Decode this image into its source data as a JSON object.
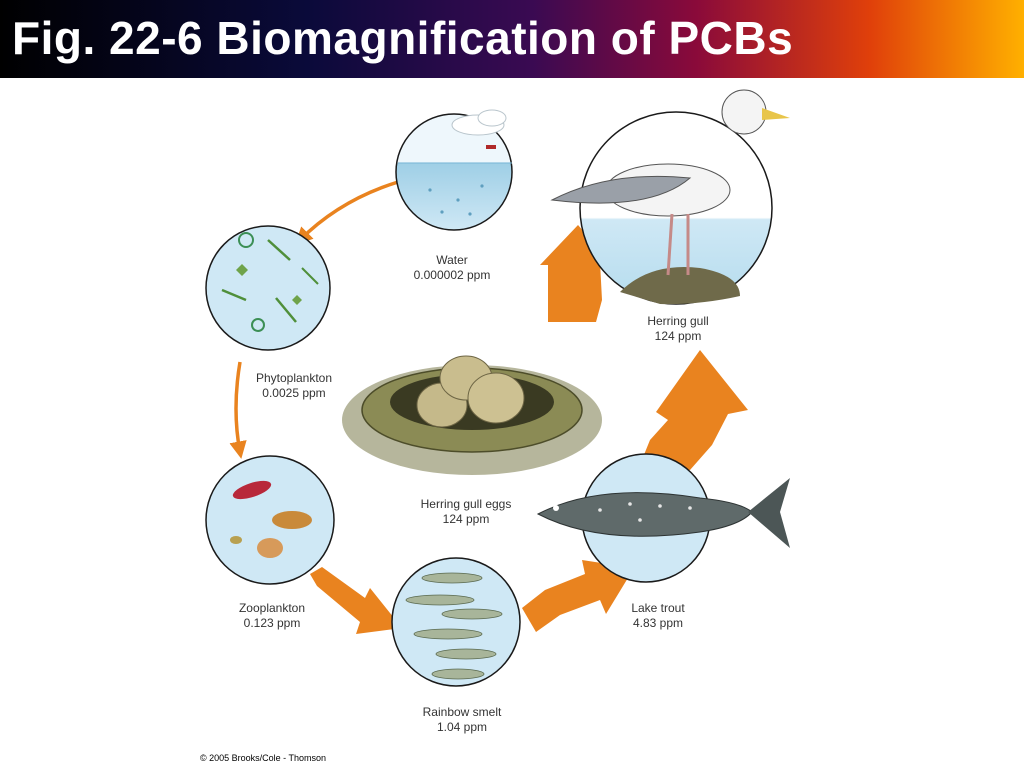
{
  "title": "Fig. 22-6 Biomagnification of PCBs",
  "credit": "© 2005 Brooks/Cole - Thomson",
  "colors": {
    "arrow": "#e9831f",
    "circle_outline": "#1a1a1a",
    "water_fill": "#cfe8f5",
    "sky_fill": "#eef7fc"
  },
  "stages": [
    {
      "name": "Water",
      "value": "0.000002 ppm"
    },
    {
      "name": "Phytoplankton",
      "value": "0.0025 ppm"
    },
    {
      "name": "Zooplankton",
      "value": "0.123 ppm"
    },
    {
      "name": "Rainbow smelt",
      "value": "1.04 ppm"
    },
    {
      "name": "Lake trout",
      "value": "4.83 ppm"
    },
    {
      "name": "Herring gull",
      "value": "124 ppm"
    },
    {
      "name": "Herring gull eggs",
      "value": "124 ppm"
    }
  ]
}
